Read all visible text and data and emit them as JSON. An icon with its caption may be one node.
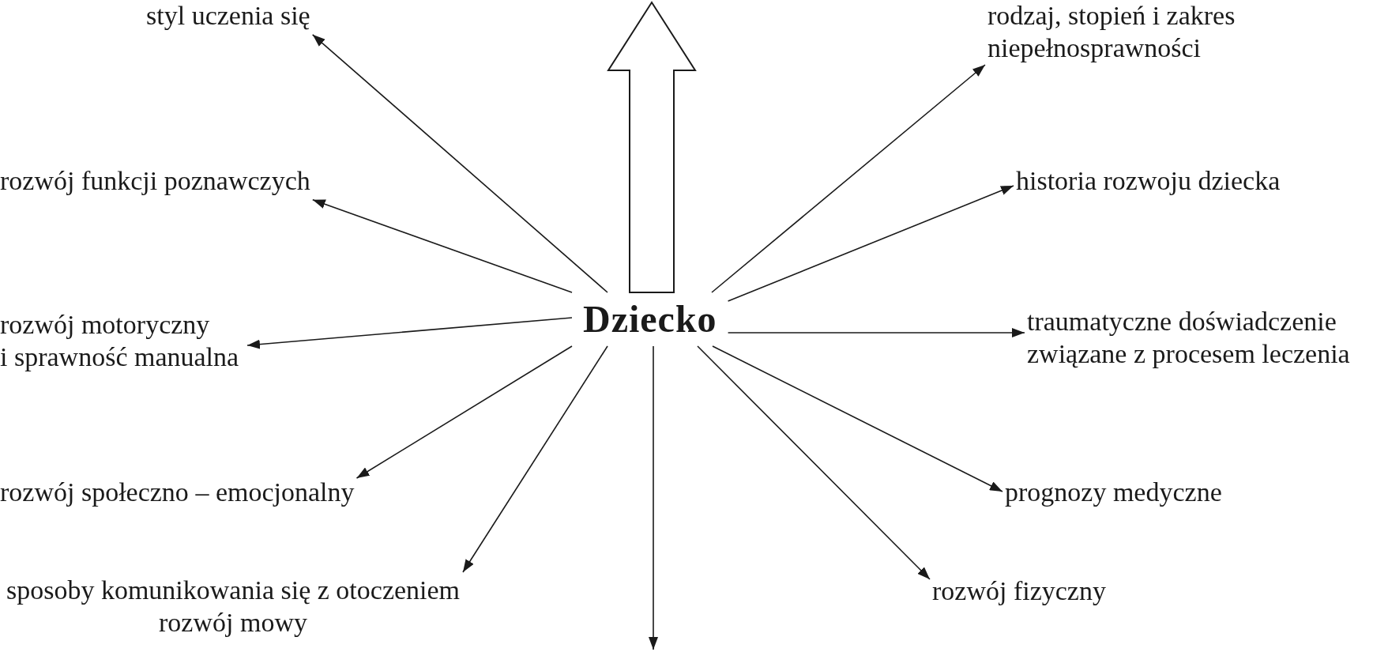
{
  "diagram": {
    "nodes": [
      {
        "text": [
          "Dziecko"
        ]
      },
      {
        "text": [
          "styl uczenia się"
        ]
      },
      {
        "text": [
          "rodzaj, stopień i zakres niepełnosprawności"
        ]
      },
      {
        "text": [
          "rozwój funkcji poznawczych"
        ]
      },
      {
        "text": [
          "historia rozwoju dziecka"
        ]
      },
      {
        "text": [
          "rozwój motoryczny i sprawność manualna"
        ]
      },
      {
        "text": [
          "traumatyczne doświadczenie związane z procesem leczenia"
        ]
      },
      {
        "text": [
          "rozwój społeczno – emocjonalny"
        ]
      },
      {
        "text": [
          "prognozy medyczne"
        ]
      },
      {
        "text": [
          "sposoby komunikowania się z otoczeniem rozwój mowy"
        ]
      },
      {
        "text": [
          "rozwój fizyczny"
        ]
      }
    ],
    "edges": [
      {
        "from": 0,
        "to": 1,
        "arrow": "to"
      },
      {
        "from": 0,
        "to": null,
        "arrow": "to",
        "style": "thick"
      },
      {
        "from": 0,
        "to": 2,
        "arrow": "to"
      },
      {
        "from": 0,
        "to": 3,
        "arrow": "to"
      },
      {
        "from": 0,
        "to": 4,
        "arrow": "to"
      },
      {
        "from": 0,
        "to": 5,
        "arrow": "to"
      },
      {
        "from": 0,
        "to": 6,
        "arrow": "to"
      },
      {
        "from": 0,
        "to": 7,
        "arrow": "to"
      },
      {
        "from": 0,
        "to": 8,
        "arrow": "to"
      },
      {
        "from": 0,
        "to": 9,
        "arrow": "to"
      },
      {
        "from": 0,
        "to": null,
        "arrow": "to"
      },
      {
        "from": 0,
        "to": 10,
        "arrow": "to"
      }
    ]
  }
}
